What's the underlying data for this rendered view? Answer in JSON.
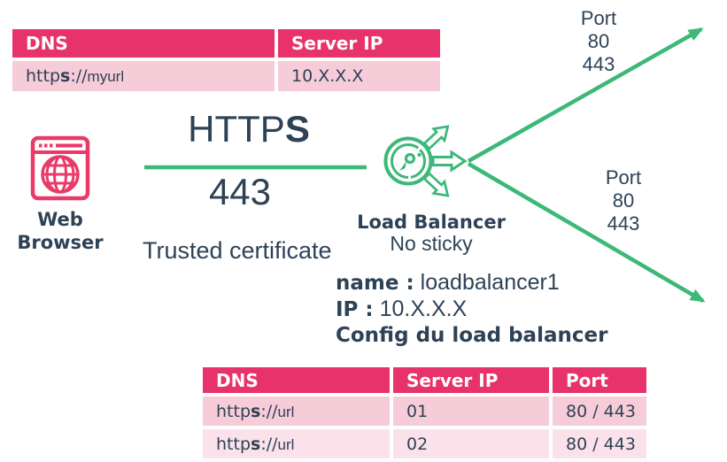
{
  "colors": {
    "pink": "#e8326b",
    "pink_row": "#f7ccd9",
    "pink_row_alt": "#fbe2ea",
    "navy": "#2e4256",
    "green": "#3cb878",
    "icon_pink": "#e93a68"
  },
  "icons": {
    "browser": "web-browser-icon",
    "load_balancer": "load-balancer-icon",
    "routes": "green-arrow"
  },
  "dns_table": {
    "headers": [
      "DNS",
      "Server IP"
    ],
    "row": {
      "url_pre": "http",
      "url_s": "s",
      "url_sep": "://",
      "url_host": "myurl",
      "server_ip": "10.X.X.X"
    }
  },
  "browser": {
    "label1": "Web",
    "label2": "Browser"
  },
  "connection": {
    "protocol": "HTTP",
    "protocol_bold": "S",
    "port": "443",
    "certificate": "Trusted certificate"
  },
  "load_balancer": {
    "name": "Load Balancer",
    "mode": "No sticky"
  },
  "lb_config": {
    "name_label": "name :",
    "name_value": "loadbalancer1",
    "ip_label": "IP :",
    "ip_value": "10.X.X.X",
    "caption": "Config du load balancer"
  },
  "upper_route": {
    "l1": "Port",
    "l2": "80",
    "l3": "443"
  },
  "lower_route": {
    "l1": "Port",
    "l2": "80",
    "l3": "443"
  },
  "backend_table": {
    "headers": [
      "DNS",
      "Server IP",
      "Port"
    ],
    "rows": [
      {
        "url_pre": "http",
        "url_s": "s",
        "url_sep": "://",
        "url_host": "url",
        "server_ip": "01",
        "port": "80 / 443"
      },
      {
        "url_pre": "http",
        "url_s": "s",
        "url_sep": "://",
        "url_host": "url",
        "server_ip": "02",
        "port": "80 / 443"
      }
    ]
  }
}
